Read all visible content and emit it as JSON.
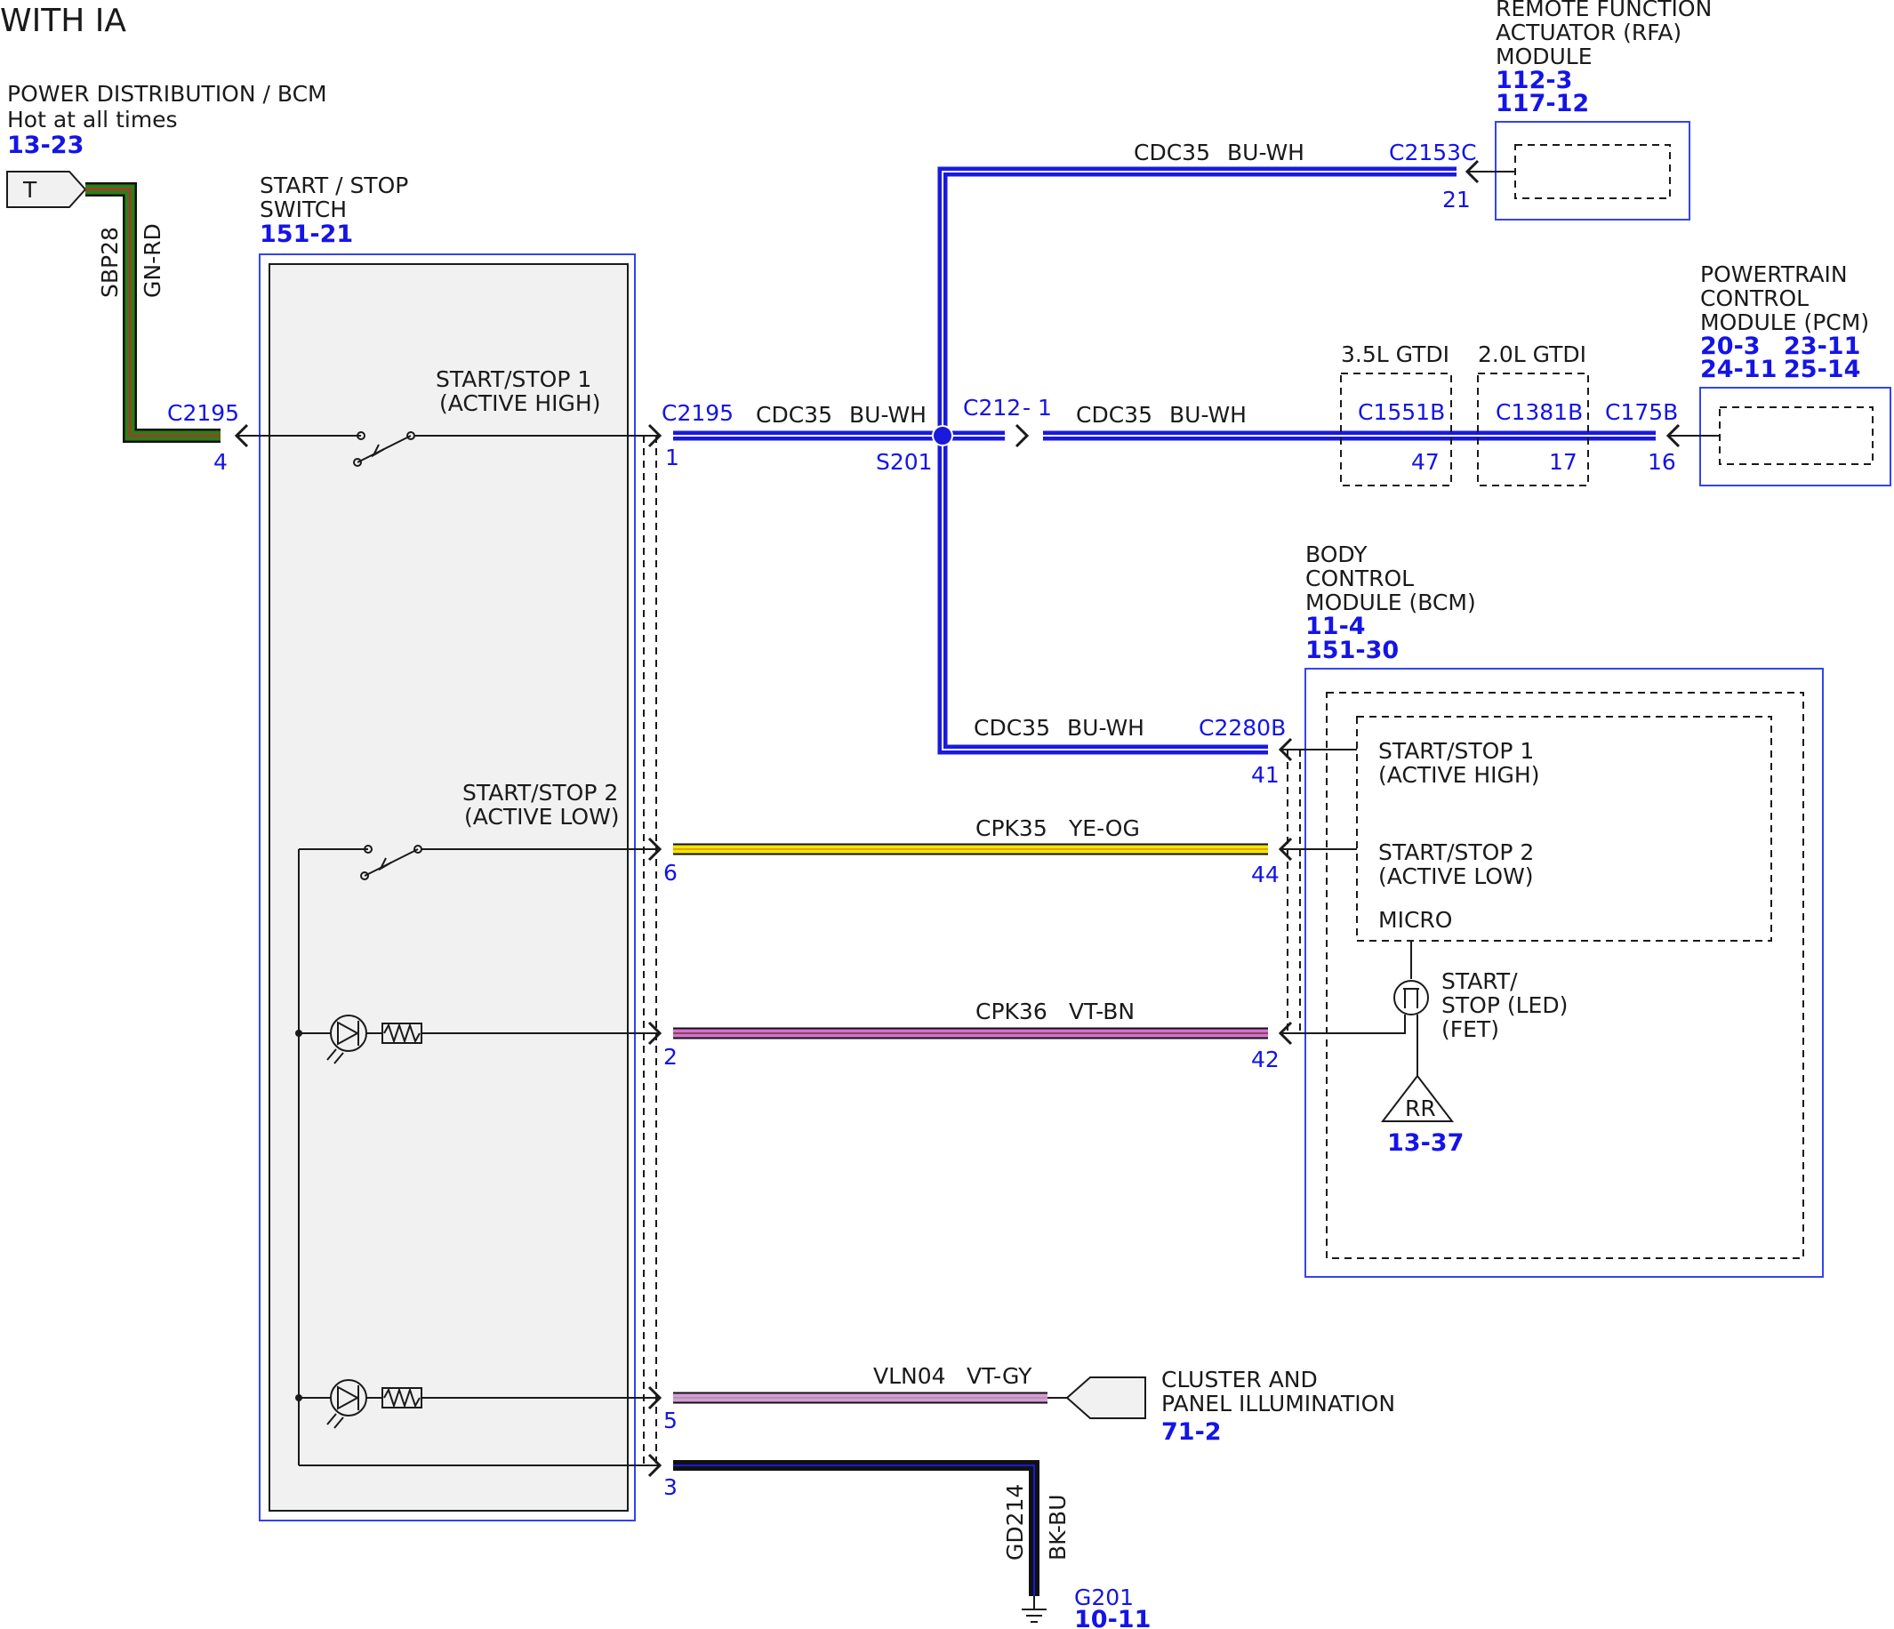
{
  "title": "WITH IA",
  "power": {
    "name": "POWER DISTRIBUTION / BCM",
    "note": "Hot at all times",
    "ref": "13-23",
    "terminal": "T",
    "circuit": "SBP28",
    "color": "GN-RD"
  },
  "switch": {
    "name_line1": "START / STOP",
    "name_line2": "SWITCH",
    "ref": "151-21",
    "connector_left": "C2195",
    "pin_left": "4",
    "ss1_line1": "START/STOP 1",
    "ss1_line2": "(ACTIVE HIGH)",
    "ss2_line1": "START/STOP 2",
    "ss2_line2": "(ACTIVE LOW)",
    "connector_right": "C2195",
    "pins": [
      "1",
      "6",
      "2",
      "5",
      "3"
    ]
  },
  "wires": {
    "w1": {
      "circuit": "CDC35",
      "color": "BU-WH"
    },
    "w_top": {
      "circuit": "CDC35",
      "color": "BU-WH"
    },
    "w_pcm": {
      "circuit": "CDC35",
      "color": "BU-WH"
    },
    "w_bcm": {
      "circuit": "CDC35",
      "color": "BU-WH"
    },
    "w6": {
      "circuit": "CPK35",
      "color": "YE-OG"
    },
    "w2": {
      "circuit": "CPK36",
      "color": "VT-BN"
    },
    "w5": {
      "circuit": "VLN04",
      "color": "VT-GY"
    },
    "w3": {
      "circuit": "GD214",
      "color": "BK-BU"
    }
  },
  "splice": "S201",
  "inline_connector": {
    "name": "C212",
    "pin": "- 1"
  },
  "rfa": {
    "line1": "REMOTE FUNCTION",
    "line2": "ACTUATOR (RFA)",
    "line3": "MODULE",
    "ref1": "112-3",
    "ref2": "117-12",
    "connector": "C2153C",
    "pin": "21"
  },
  "gtdi35": {
    "label": "3.5L GTDI",
    "connector": "C1551B",
    "pin": "47"
  },
  "gtdi20": {
    "label": "2.0L GTDI",
    "connector": "C1381B",
    "pin": "17"
  },
  "pcm": {
    "line1": "POWERTRAIN",
    "line2": "CONTROL",
    "line3": "MODULE (PCM)",
    "refs": [
      "20-3",
      "23-11",
      "24-11",
      "25-14"
    ],
    "connector": "C175B",
    "pin": "16"
  },
  "bcm": {
    "line1": "BODY",
    "line2": "CONTROL",
    "line3": "MODULE (BCM)",
    "ref1": "11-4",
    "ref2": "151-30",
    "connector": "C2280B",
    "pins": [
      "41",
      "44",
      "42"
    ],
    "in1_line1": "START/STOP 1",
    "in1_line2": "(ACTIVE HIGH)",
    "in2_line1": "START/STOP 2",
    "in2_line2": "(ACTIVE LOW)",
    "micro": "MICRO",
    "led_line1": "START/",
    "led_line2": "STOP (LED)",
    "led_line3": "(FET)",
    "rr": "RR",
    "rr_ref": "13-37"
  },
  "cluster": {
    "line1": "CLUSTER AND",
    "line2": "PANEL ILLUMINATION",
    "ref": "71-2"
  },
  "ground": {
    "name": "G201",
    "ref": "10-11"
  },
  "colors": {
    "wire_blue": "#1a1adc",
    "wire_green": "#2e7d1a",
    "wire_red": "#c62828",
    "wire_yellow": "#f2e600",
    "wire_pink": "#d66fd6",
    "wire_black": "#111111",
    "label_blue": "#1414e6"
  }
}
